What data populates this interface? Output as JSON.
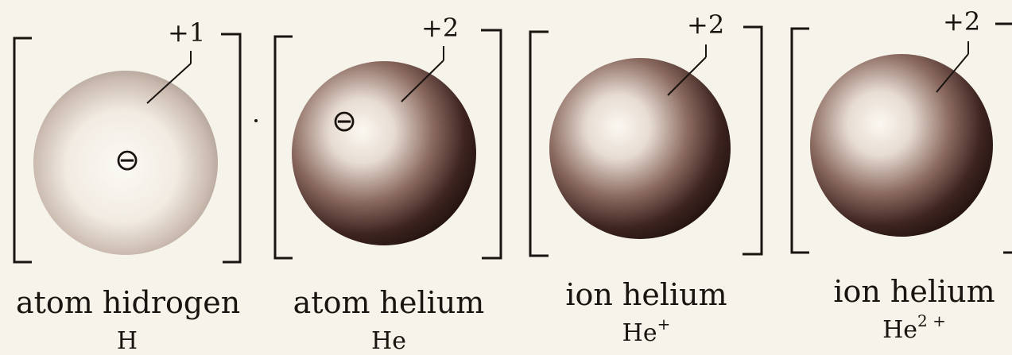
{
  "panels": [
    {
      "id": "hydrogen-atom",
      "name": "atom hidrogen",
      "symbol": "H",
      "superscript": "",
      "charge": "+1",
      "has_electron": true,
      "sphere_style": "light"
    },
    {
      "id": "helium-atom",
      "name": "atom helium",
      "symbol": "He",
      "superscript": "",
      "charge": "+2",
      "has_electron": true,
      "sphere_style": "dark"
    },
    {
      "id": "helium-ion-plus",
      "name": "ion helium",
      "symbol": "He",
      "superscript": "+",
      "charge": "+2",
      "has_electron": false,
      "sphere_style": "dark"
    },
    {
      "id": "helium-ion-2plus",
      "name": "ion helium",
      "symbol": "He",
      "superscript": "2 +",
      "charge": "+2",
      "has_electron": false,
      "sphere_style": "dark"
    }
  ],
  "electron_glyph": "⊖",
  "colors": {
    "ink": "#1a1410",
    "paper": "#f6f3ea",
    "sphere_dark": "#2a1612",
    "sphere_light": "#fbf8f1",
    "halo": "#b9a99c"
  }
}
